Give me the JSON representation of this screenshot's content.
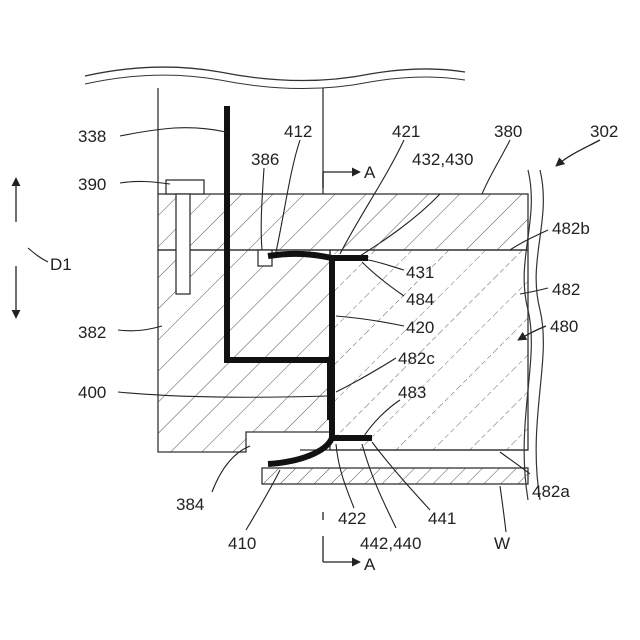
{
  "colors": {
    "line": "#333333",
    "thick": "#111111",
    "hatch": "#555555",
    "background": "#ffffff"
  },
  "labels": {
    "l338": "338",
    "l390": "390",
    "lD1": "D1",
    "l382": "382",
    "l400": "400",
    "l384": "384",
    "l410": "410",
    "l412": "412",
    "l386": "386",
    "lA_top": "A",
    "lA_bottom": "A",
    "l421": "421",
    "l432_430": "432,430",
    "l380": "380",
    "l302": "302",
    "l482b": "482b",
    "l482": "482",
    "l431": "431",
    "l484": "484",
    "l420": "420",
    "l480": "480",
    "l482c": "482c",
    "l483": "483",
    "l482a": "482a",
    "l422": "422",
    "l441": "441",
    "l442_440": "442,440",
    "lW": "W"
  }
}
